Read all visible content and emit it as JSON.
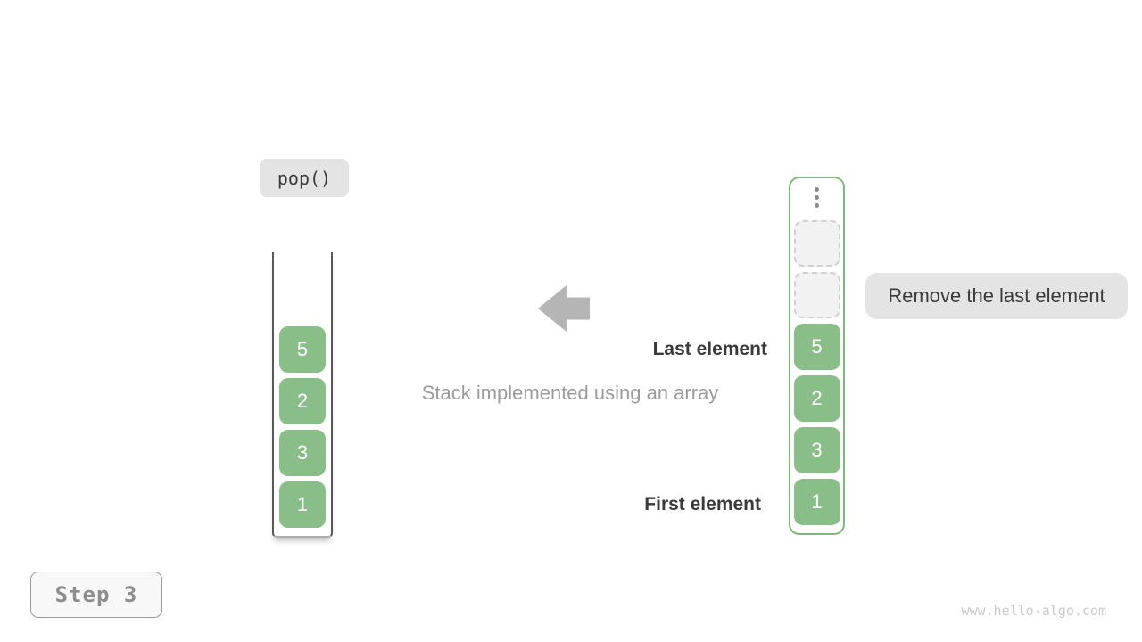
{
  "figure": {
    "operation_label": "pop()",
    "caption": "Stack implemented using an array",
    "last_element_label": "Last element",
    "first_element_label": "First element",
    "action_label": "Remove the last element",
    "step_label": "Step 3",
    "watermark": "www.hello-algo.com"
  },
  "left_stack": {
    "values": [
      "5",
      "2",
      "3",
      "1"
    ]
  },
  "right_stack": {
    "empty_slot_count": 2,
    "values": [
      "5",
      "2",
      "3",
      "1"
    ]
  },
  "colors": {
    "element_green": "#8abe88",
    "container_green_border": "#7abc76",
    "label_bg": "#e4e4e4",
    "dark_text": "#3a3a3a",
    "muted_text": "#9b9b9b",
    "arrow": "#b5b5b5",
    "step_text": "#8d8d8d",
    "watermark_text": "#c9c9c9"
  }
}
